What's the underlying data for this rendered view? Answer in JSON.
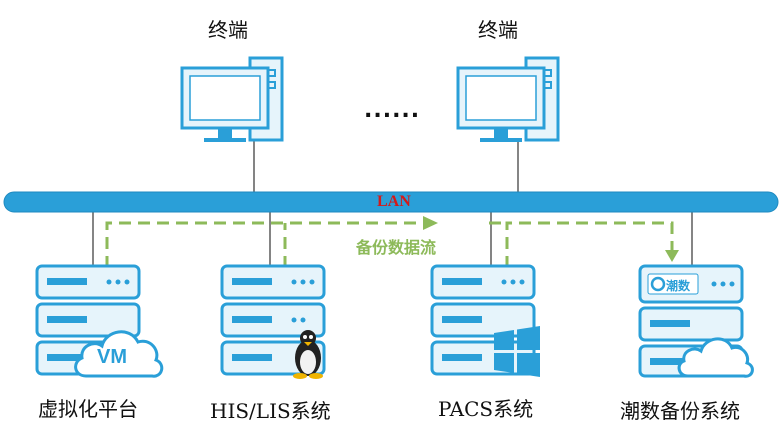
{
  "network": {
    "label": "LAN"
  },
  "flow": {
    "label": "备份数据流"
  },
  "terminals": [
    {
      "label": "终端"
    },
    {
      "label": "终端"
    }
  ],
  "ellipsis": "......",
  "servers": [
    {
      "label": "虚拟化平台",
      "badge": "VM"
    },
    {
      "label": "HIS/LIS系统"
    },
    {
      "label": "PACS系统"
    },
    {
      "label": "潮数备份系统",
      "logo_text": "潮数"
    }
  ],
  "colors": {
    "accent": "#2a9fd8",
    "light": "#e6f4fb",
    "lan_text": "#d31a1a",
    "flow": "#8dba5a"
  }
}
